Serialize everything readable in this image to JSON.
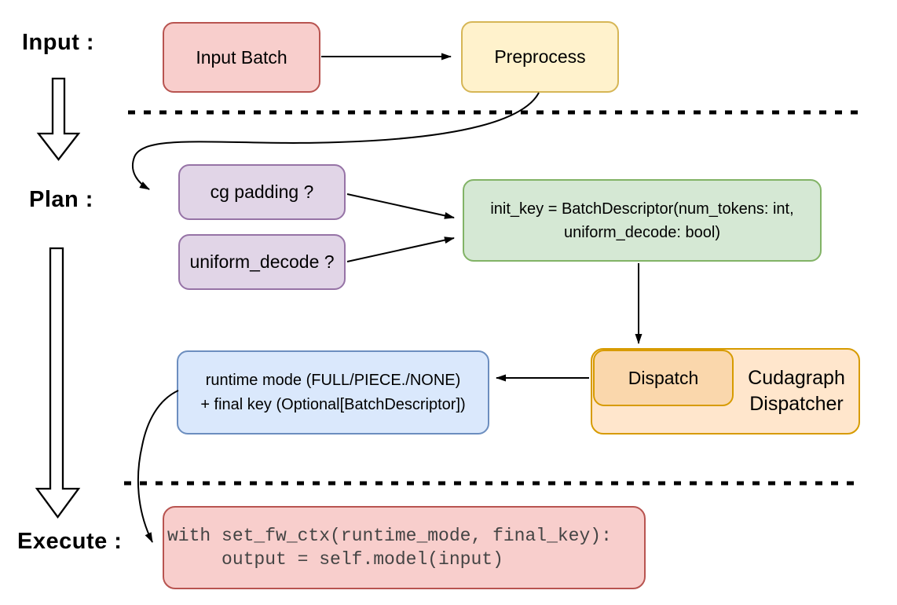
{
  "colors": {
    "pink_fill": "#f8cecc",
    "pink_stroke": "#b85450",
    "yellow_fill": "#fff2cc",
    "yellow_stroke": "#d6b656",
    "purple_fill": "#e1d5e7",
    "purple_stroke": "#9673a6",
    "green_fill": "#d5e8d4",
    "green_stroke": "#82b366",
    "blue_fill": "#dae8fc",
    "blue_stroke": "#6c8ebf",
    "orange_outer_fill": "#ffe6cc",
    "orange_inner_fill": "#fad7ac",
    "orange_stroke": "#d79b00",
    "connector": "#000000",
    "code_text": "#444444"
  },
  "stages": {
    "input": "Input :",
    "plan": "Plan :",
    "execute": "Execute :"
  },
  "nodes": {
    "input_batch": "Input Batch",
    "preprocess": "Preprocess",
    "cg_padding": "cg padding ?",
    "uniform_decode": "uniform_decode ?",
    "init_key_line1": "init_key = BatchDescriptor(num_tokens: int,",
    "init_key_line2": "uniform_decode: bool)",
    "dispatch": "Dispatch",
    "dispatcher_line1": "Cudagraph",
    "dispatcher_line2": "Dispatcher",
    "runtime_line1": "runtime mode (FULL/PIECE./NONE)",
    "runtime_line2": "+ final key (Optional[BatchDescriptor])",
    "code_line1": "with set_fw_ctx(runtime_mode, final_key):",
    "code_line2": "     output = self.model(input)"
  }
}
